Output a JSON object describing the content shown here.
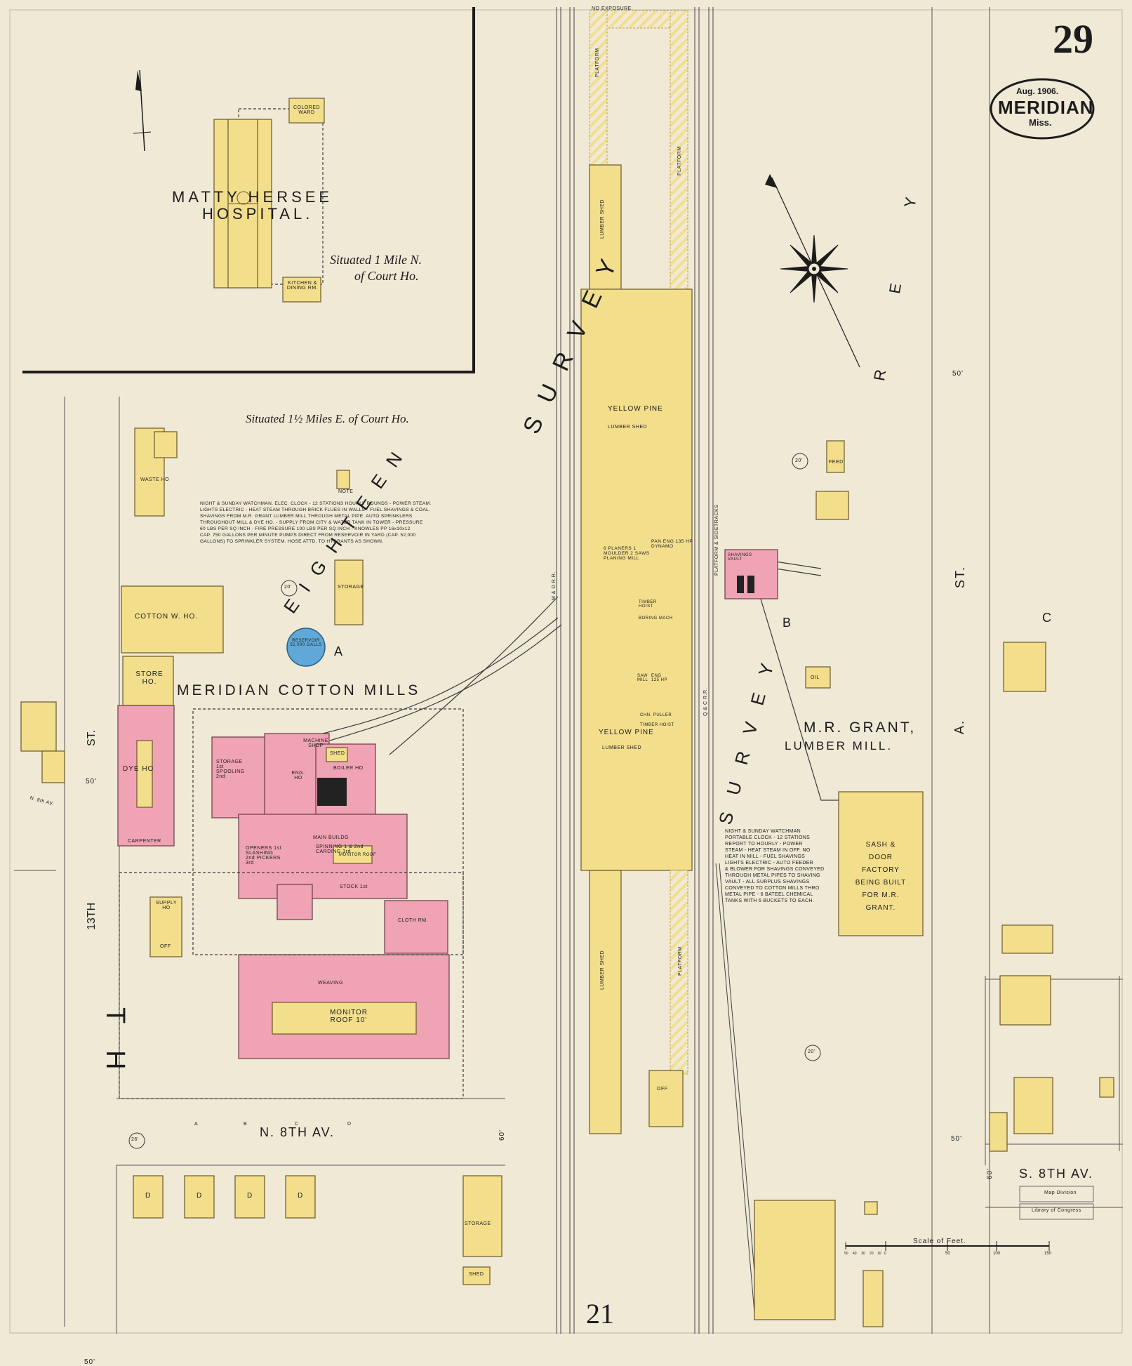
{
  "sheet": {
    "number": "29",
    "date": "Aug. 1906.",
    "city": "MERIDIAN",
    "state": "Miss."
  },
  "labels": {
    "hospital_1": "MATTY HERSEE",
    "hospital_2": "HOSPITAL.",
    "colored_ward": "COLORED WARD",
    "kitchen": "KITCHEN & DINING RM.",
    "situated_1": "Situated 1 Mile N.",
    "situated_1b": "of Court Ho.",
    "situated_2": "Situated 1½ Miles E. of Court Ho.",
    "waste_ho": "WASTE HO",
    "note": "NOTE",
    "mill_note": "NIGHT & SUNDAY WATCHMAN. ELEC. CLOCK - 12 STATIONS HOURLY ROUNDS - POWER STEAM.\nLIGHTS ELECTRIC - HEAT STEAM THROUGH BRICK FLUES IN WALLS - FUEL SHAVINGS & COAL.\nSHAVINGS FROM M.R. GRANT LUMBER MILL THROUGH METAL PIPE. AUTO SPRINKLERS\nTHROUGHOUT MILL & DYE HO. - SUPPLY FROM CITY & WATER TANK IN TOWER - PRESSURE\n60 LBS PER SQ INCH - FIRE PRESSURE 100 LBS PER SQ INCH - KNOWLES PP 16x10x12\nCAP. 750 GALLONS PER MINUTE PUMPS DIRECT FROM RESERVOIR IN YARD (CAP. 52,000\nGALLONS) TO SPRINKLER SYSTEM. HOSE ATTD. TO HYDRANTS AS SHOWN.",
    "storage": "STORAGE",
    "cotton_wh": "COTTON W. HO.",
    "store_ho": "STORE HO.",
    "reservoir": "RESERVOIR 52,000 GALLS",
    "mill_name": "MERIDIAN COTTON MILLS",
    "dye_ho": "DYE HO",
    "carpenter": "CARPENTER",
    "storage_spooling": "STORAGE 1st SPOOLING 2nd",
    "machine_shop": "MACHINE SHOP",
    "eng_ho": "ENG. HO",
    "boiler_ho": "BOILER HO",
    "shed": "SHED",
    "main_bldg": "MAIN BUILDG",
    "spinning": "SPINNING 1 & 2nd CARDING 3rd",
    "openers": "OPENERS 1st SLASHING 2nd PICKERS 3rd",
    "monitor_roof": "MONITOR ROOF",
    "stock": "STOCK 1st",
    "cloth_rm": "CLOTH RM.",
    "weaving": "WEAVING",
    "monitor_roof_10": "MONITOR ROOF 10'",
    "supply_ho": "SUPPLY HO",
    "off": "OFF",
    "street_th": "T H",
    "street_13th": "13TH",
    "street_st_left": "ST.",
    "n8th_small": "N. 8th AV.",
    "n8th": "N. 8TH AV.",
    "s8th": "S. 8TH AV.",
    "a_st": "A.",
    "st_right": "ST.",
    "blocks": [
      "A",
      "B",
      "C"
    ],
    "addresses": [
      "A",
      "B",
      "C",
      "D"
    ],
    "dwelling": "D",
    "no_exposure": "NO EXPOSURE",
    "platform": "PLATFORM",
    "lumber_shed": "LUMBER SHED",
    "yellow_pine_1": "YELLOW PINE",
    "lumber_shed_1": "LUMBER SHED",
    "planing_mill": "6 PLANERS 1 MOULDER 2 SAWS PLANING MILL",
    "eng_dynamo": "PAN ENG 135 HP DYNAMO",
    "timber_hoist": "TIMBER HOIST",
    "boring": "BORING MACH",
    "saw_mill": "SAW MILL",
    "eng_125": "ENG 125 HP",
    "chain_puller": "CHN. PULLER",
    "timber_hoist_2": "TIMBER HOIST",
    "yellow_pine_2": "YELLOW PINE",
    "lumber_shed_2": "LUMBER SHED",
    "shavings_vault": "SHAVINGS VAULT",
    "feed": "FEED",
    "oil": "OIL",
    "grant_1": "M.R. GRANT,",
    "grant_2": "LUMBER MILL.",
    "grant_note": "NIGHT & SUNDAY WATCHMAN\nPORTABLE CLOCK - 12 STATIONS\nREPORT TO HOURLY - POWER\nSTEAM - HEAT STEAM IN OFF. NO\nHEAT IN MILL - FUEL SHAVINGS\nLIGHTS ELECTRIC - AUTO FEEDER\n& BLOWER FOR SHAVINGS CONVEYED\nTHROUGH METAL PIPES TO SHAVING\nVAULT - ALL SURPLUS SHAVINGS\nCONVEYED TO COTTON MILLS THRO\nMETAL PIPE - 6 BATEEL CHEMICAL\nTANKS WITH 6 BUCKETS TO EACH.",
    "sash": "SASH & DOOR FACTORY BEING BUILT FOR M.R. GRANT.",
    "rail_mo": "M & O R.R.",
    "rail_qc": "Q & C R.R.",
    "plat_sidetrack": "PLATFORM & SIDETRACKS",
    "storage_12": "STORAGE",
    "shed_bottom": "SHED",
    "scale": "Scale of Feet.",
    "scale_ticks": [
      "50",
      "40",
      "30",
      "20",
      "10",
      "0",
      "50",
      "100",
      "150"
    ],
    "adjoining": "21",
    "map_division": "Map Division",
    "library": "Library of Congress",
    "w50": "50'",
    "w60": "60'",
    "w20": "20'",
    "w26": "26'",
    "survey_left": "EIGHTEEN",
    "survey_letters": "SURVEY",
    "spread_letters": "R E Y"
  },
  "colors": {
    "paper": "#efe9d6",
    "frame": "#1c1c1c",
    "brick": "#efa3b4",
    "frame_bldg": "#f3de8c",
    "reservoir": "#5fa8d8"
  }
}
